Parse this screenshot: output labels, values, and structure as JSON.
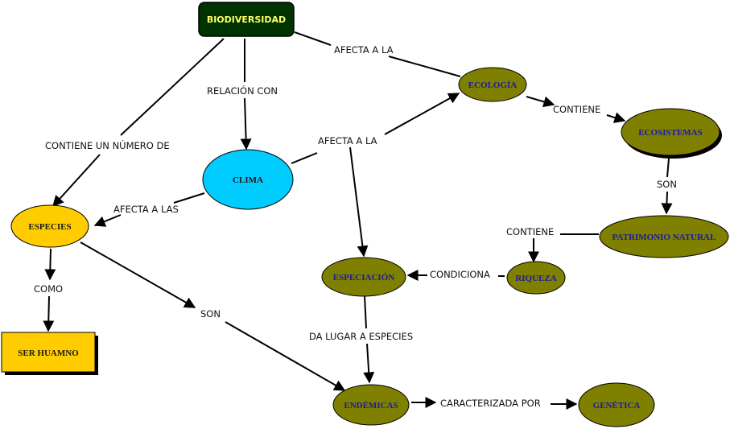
{
  "title": "Mapa conceptual: Biodiversidad",
  "colors": {
    "root_fill": "#003300",
    "root_text": "#ffff66",
    "olive_fill": "#7f7f00",
    "olive_text": "#1a1aa6",
    "yellow_fill": "#ffcc00",
    "cyan_fill": "#00ccff",
    "dark_text": "#1a1a1a",
    "line": "#000000"
  },
  "nodes": {
    "biodiversidad": "BIODIVERSIDAD",
    "clima": "CLIMA",
    "especies": "ESPECIES",
    "ser_humano": "SER HUAMNO",
    "ecologia": "ECOLOGÍA",
    "ecosistemas": "ECOSISTEMAS",
    "patrimonio": "PATRIMONIO NATURAL",
    "riqueza": "RIQUEZA",
    "especiacion": "ESPECIACIÓN",
    "endemicas": "ENDÉMICAS",
    "genetica": "GENÉTICA"
  },
  "links": {
    "afecta_a_la_1": "AFECTA A LA",
    "relacion_con": "RELACIÓN CON",
    "contiene_numero": "CONTIENE UN NÚMERO DE",
    "afecta_a_la_2": "AFECTA A LA",
    "afecta_a_las": "AFECTA A LAS",
    "contiene_1": "CONTIENE",
    "son_1": "SON",
    "contiene_2": "CONTIENE",
    "condiciona": "CONDICIONA",
    "como": "COMO",
    "son_2": "SON",
    "da_lugar": "DA LUGAR A ESPECIES",
    "caracterizada_por": "CARACTERIZADA POR"
  }
}
